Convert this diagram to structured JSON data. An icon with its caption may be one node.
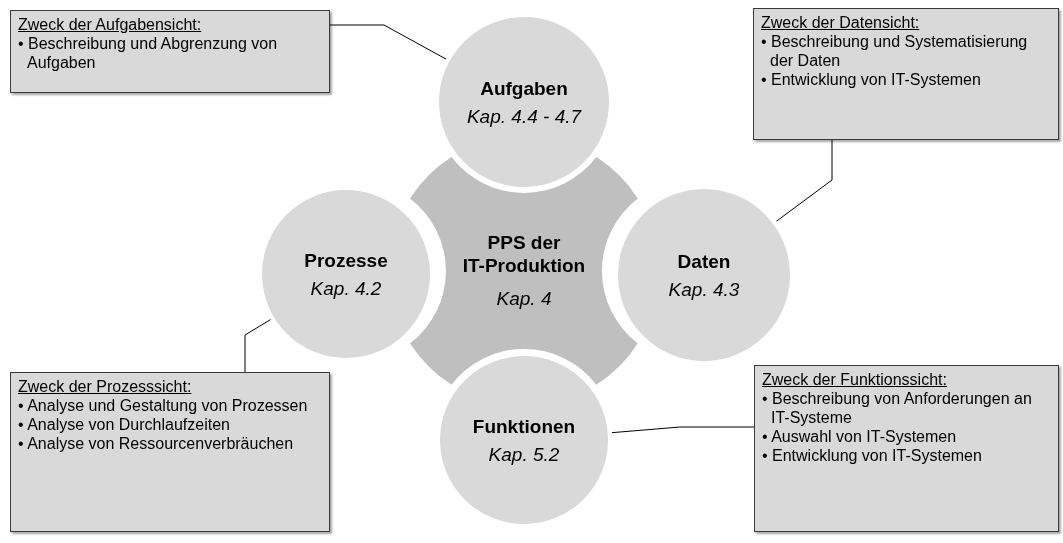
{
  "diagram": {
    "nodes": [
      {
        "text": [
          "Zweck der Aufgabensicht:",
          "• Beschreibung und Abgrenzung von Aufgaben"
        ]
      },
      {
        "text": [
          "Aufgaben",
          "Kap. 4.4 - 4.7"
        ]
      },
      {
        "text": [
          "Zweck der Datensicht:",
          "• Beschreibung und Systematisierung der Daten",
          "• Entwicklung von IT-Systemen"
        ]
      },
      {
        "text": [
          "Prozesse",
          "Kap. 4.2"
        ]
      },
      {
        "text": [
          "PPS der IT-Produktion",
          "Kap. 4"
        ]
      },
      {
        "text": [
          "Daten",
          "Kap. 4.3"
        ]
      },
      {
        "text": [
          "Zweck der Prozesssicht:",
          "• Analyse und Gestaltung von Prozessen",
          "• Analyse von Durchlaufzeiten",
          "• Analyse von Ressourcenverbräuchen"
        ]
      },
      {
        "text": [
          "Funktionen",
          "Kap. 5.2"
        ]
      },
      {
        "text": [
          "Zweck der Funktionssicht:",
          "• Beschreibung von Anforderungen an IT-Systeme",
          "• Auswahl von IT-Systemen",
          "• Entwicklung von IT-Systemen"
        ]
      }
    ],
    "edges": [
      {
        "from": 0,
        "to": 1,
        "arrow": "none"
      },
      {
        "from": 2,
        "to": 5,
        "arrow": "none"
      },
      {
        "from": 6,
        "to": 3,
        "arrow": "none"
      },
      {
        "from": 8,
        "to": 7,
        "arrow": "none"
      }
    ]
  }
}
